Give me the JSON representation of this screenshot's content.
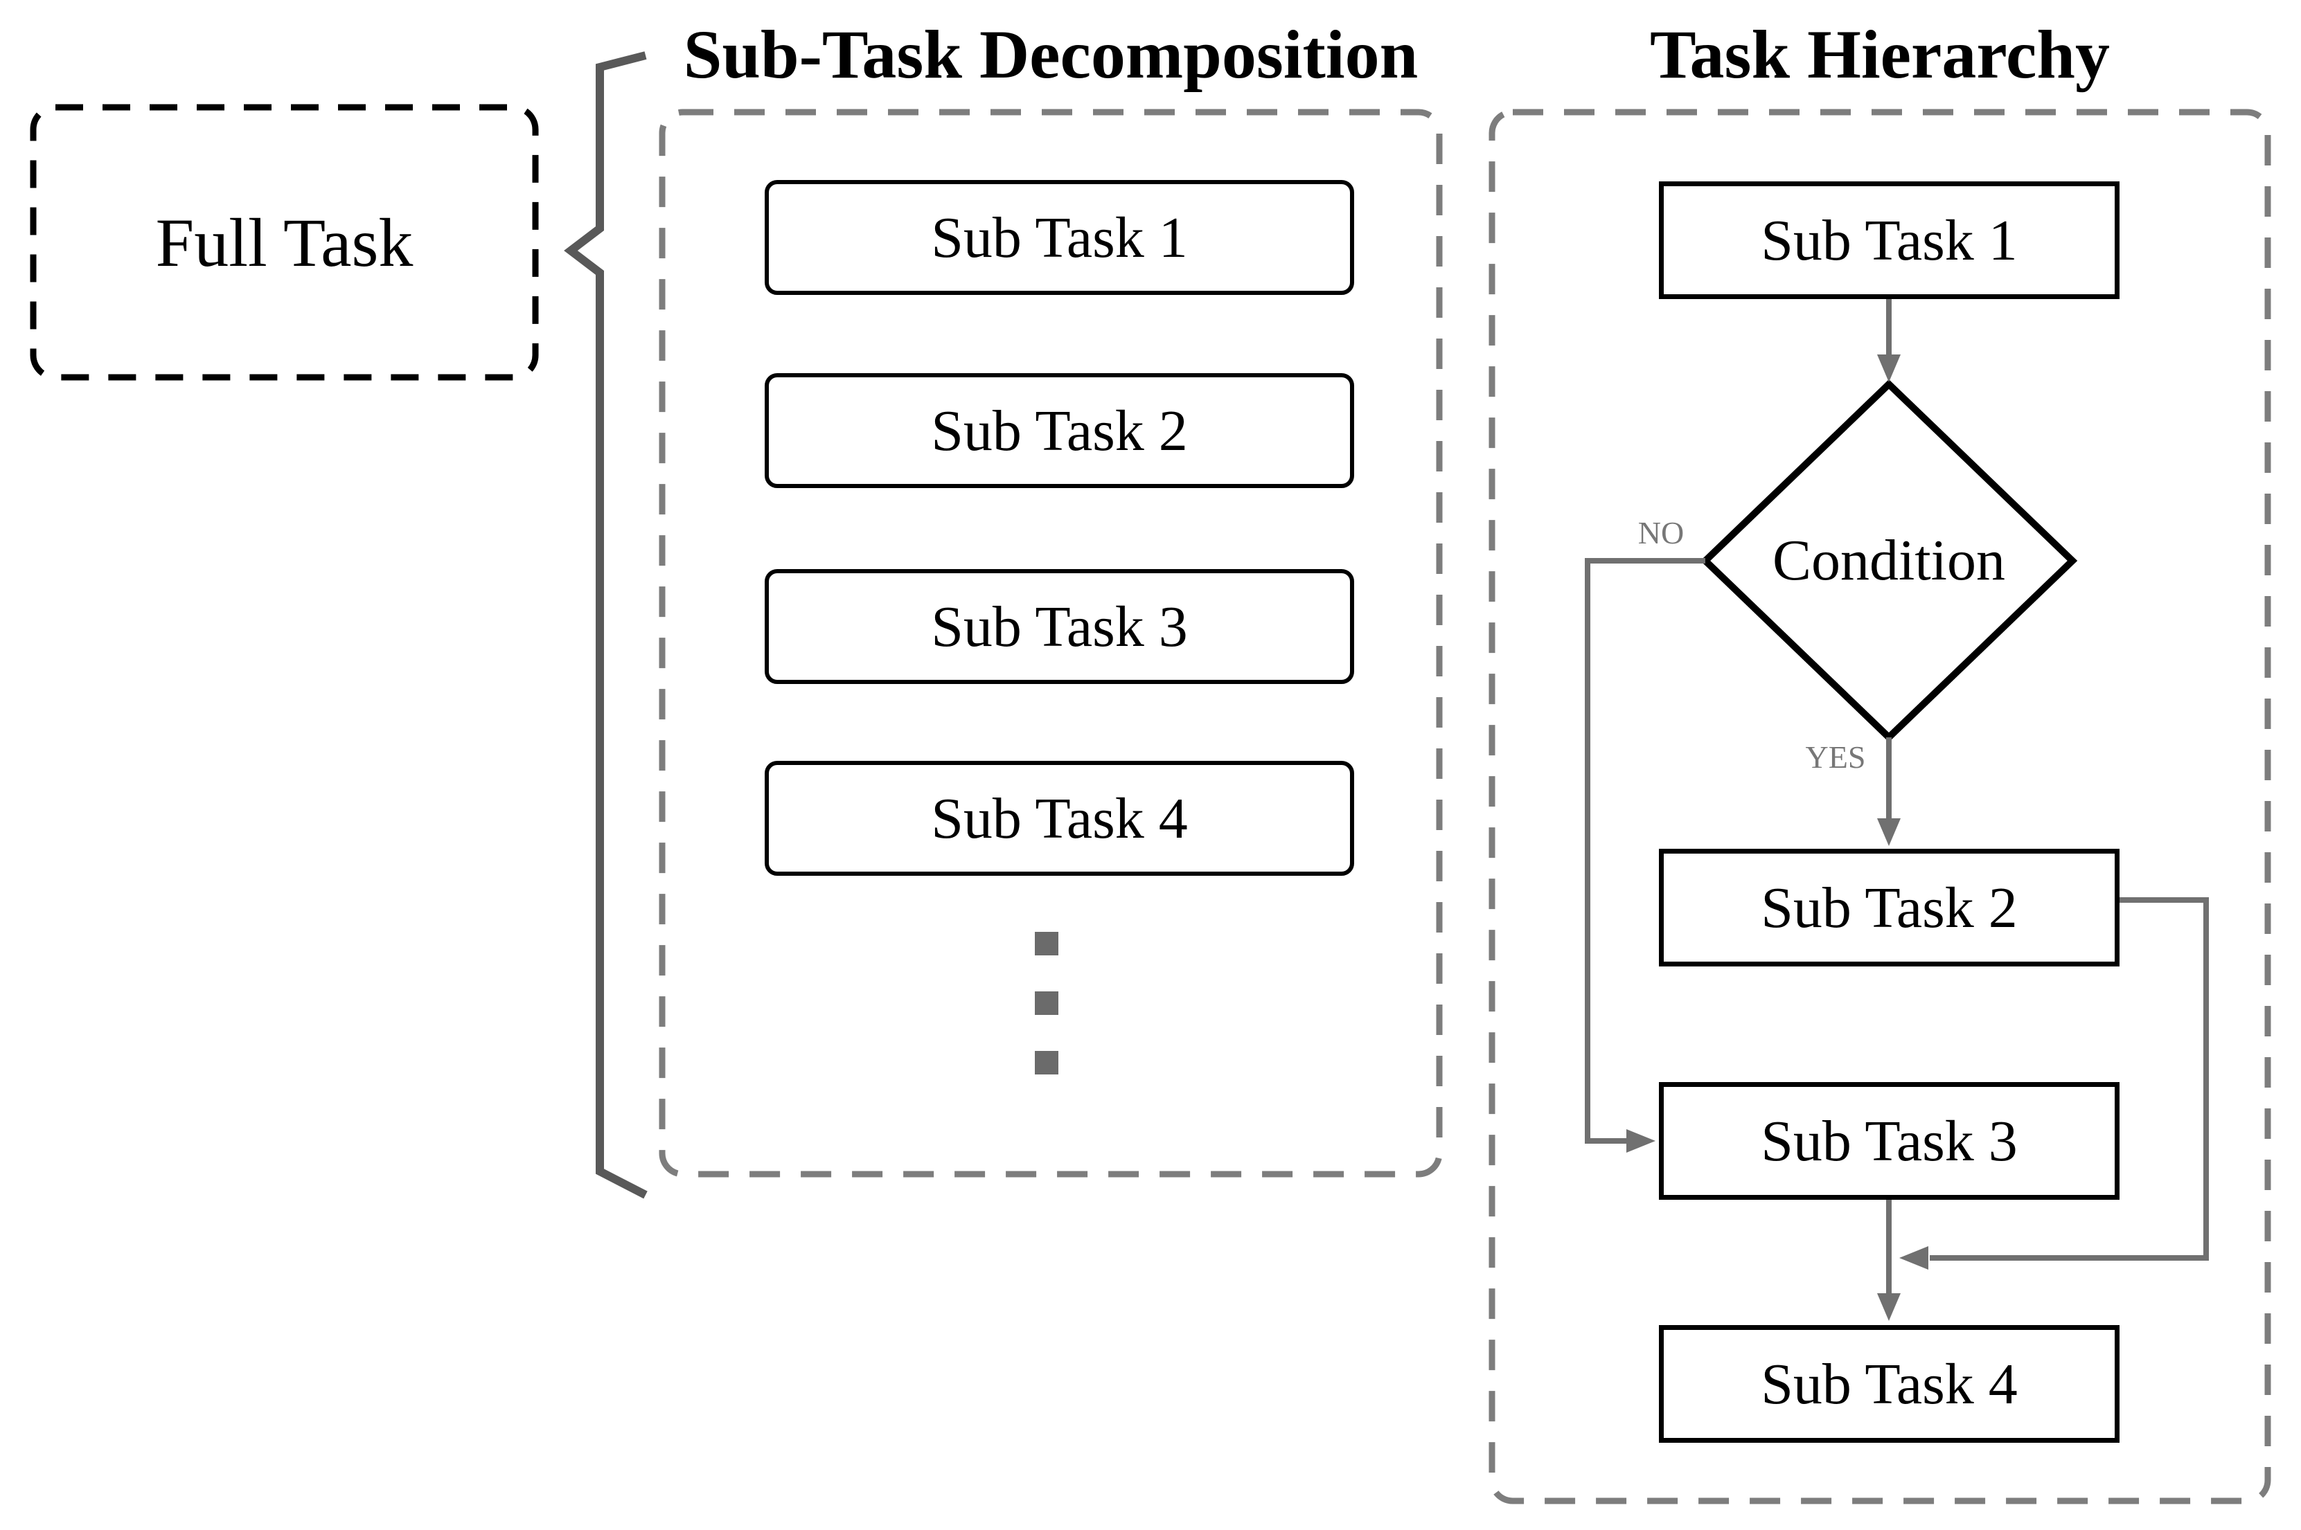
{
  "full_task": {
    "label": "Full Task"
  },
  "decomposition": {
    "title": "Sub-Task Decomposition",
    "items": [
      {
        "label": "Sub Task 1"
      },
      {
        "label": "Sub Task 2"
      },
      {
        "label": "Sub Task 3"
      },
      {
        "label": "Sub Task 4"
      }
    ],
    "ellipsis_count": 3
  },
  "hierarchy": {
    "title": "Task Hierarchy",
    "nodes": {
      "step1": {
        "label": "Sub Task 1"
      },
      "condition": {
        "label": "Condition"
      },
      "step2": {
        "label": "Sub Task 2"
      },
      "step3": {
        "label": "Sub Task 3"
      },
      "step4": {
        "label": "Sub Task 4"
      }
    },
    "branch_labels": {
      "no": "NO",
      "yes": "YES"
    }
  },
  "colors": {
    "box_border": "#000000",
    "dashed_container": "#7d7d7d",
    "connector": "#707070",
    "brace": "#595959",
    "ellipsis_dot": "#6b6b6b",
    "branch_label": "#777777",
    "text": "#000000",
    "bg": "#ffffff"
  }
}
